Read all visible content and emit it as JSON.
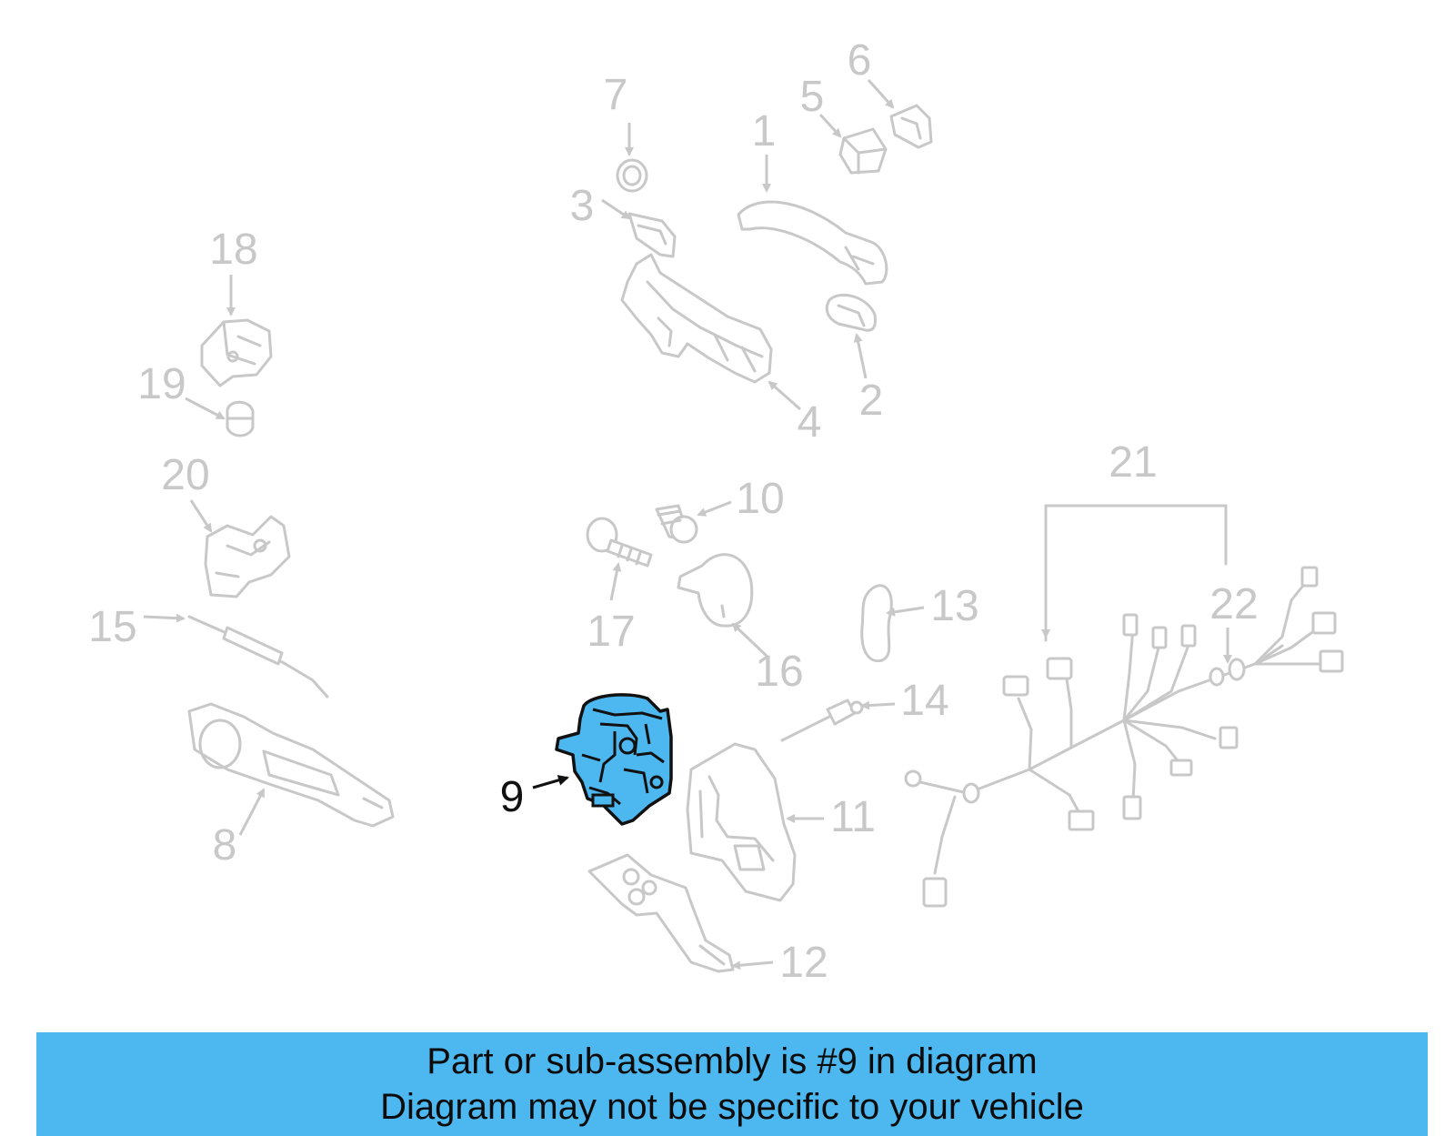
{
  "callouts": {
    "c1": "1",
    "c2": "2",
    "c3": "3",
    "c4": "4",
    "c5": "5",
    "c6": "6",
    "c7": "7",
    "c8": "8",
    "c9": "9",
    "c10": "10",
    "c11": "11",
    "c12": "12",
    "c13": "13",
    "c14": "14",
    "c15": "15",
    "c16": "16",
    "c17": "17",
    "c18": "18",
    "c19": "19",
    "c20": "20",
    "c21": "21",
    "c22": "22"
  },
  "highlighted_part": "9",
  "colors": {
    "highlight_fill": "#4db8f0",
    "highlight_stroke": "#111111",
    "faded": "#c8c8c8",
    "banner": "#4db8f0"
  },
  "banner": {
    "line1": "Part or sub-assembly is #9 in diagram",
    "line2": "Diagram may not be specific to your vehicle"
  }
}
